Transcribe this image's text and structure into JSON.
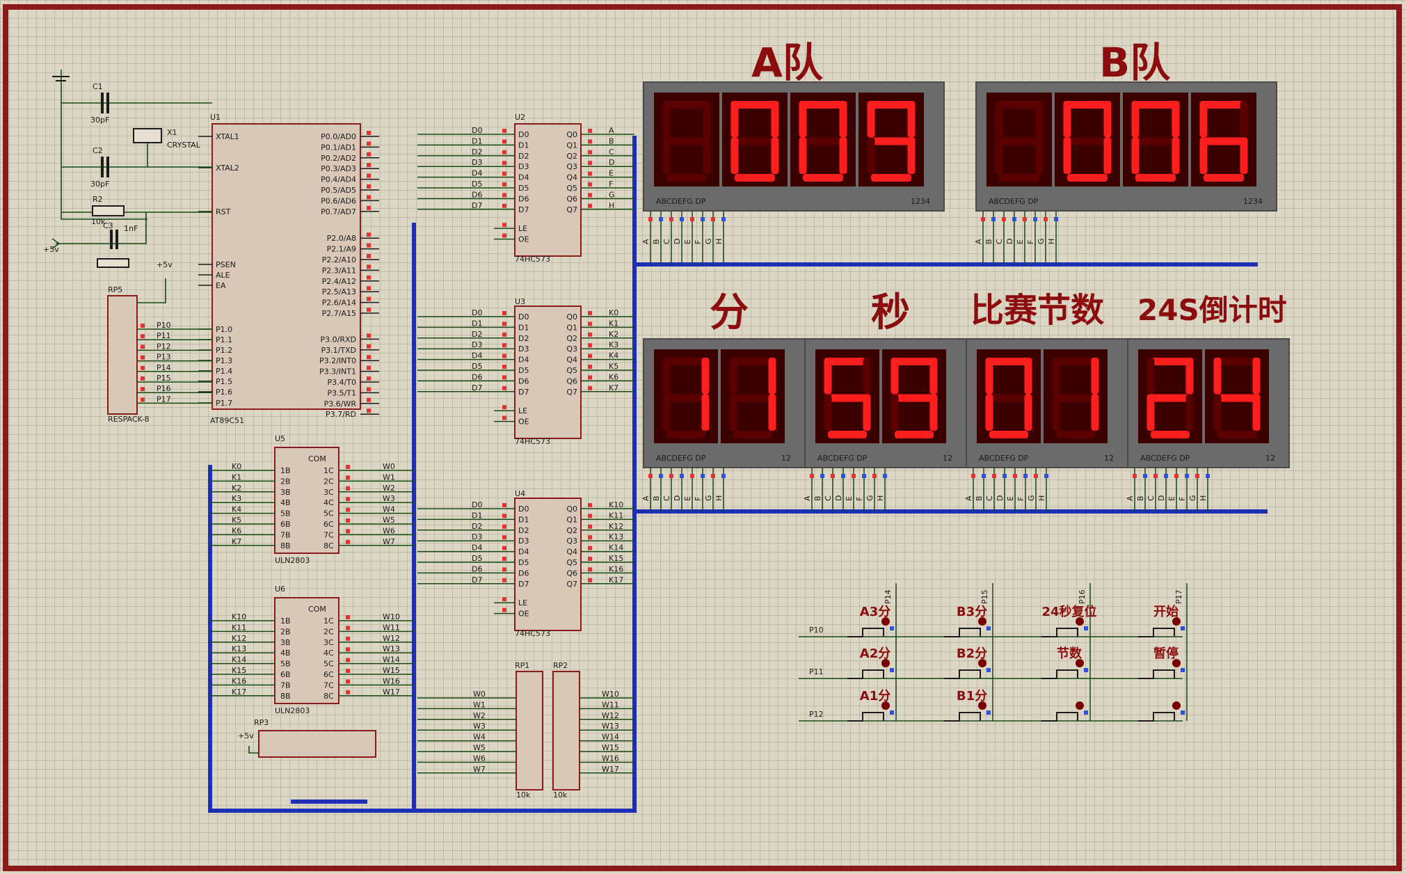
{
  "titles": {
    "team_a": "A队",
    "team_b": "B队",
    "minutes": "分",
    "seconds": "秒",
    "period": "比赛节数",
    "shot_clock": "24S倒计时"
  },
  "displays": {
    "team_a_digits": [
      "",
      "0",
      "0",
      "9"
    ],
    "team_b_digits": [
      "",
      "0",
      "0",
      "6"
    ],
    "minutes_digits": [
      "1",
      "1"
    ],
    "seconds_digits": [
      "5",
      "9"
    ],
    "period_digits": [
      "0",
      "1"
    ],
    "shot_clock_digits": [
      "2",
      "4"
    ],
    "segment_label": "ABCDEFG  DP",
    "four_digit_pins": "1234",
    "two_digit_pins": "12"
  },
  "components": {
    "u1_ref": "U1",
    "u1_part": "AT89C51",
    "u2_ref": "U2",
    "u3_ref": "U3",
    "u4_ref": "U4",
    "latch_part": "74HC573",
    "u5_ref": "U5",
    "u6_ref": "U6",
    "driver_part": "ULN2803",
    "rp1_ref": "RP1",
    "rp2_ref": "RP2",
    "rp_value": "10k",
    "rp3_ref": "RP3",
    "rp5_ref": "RP5",
    "rp5_part": "RESPACK-8",
    "c1_ref": "C1",
    "c1_value": "30pF",
    "c2_ref": "C2",
    "c2_value": "30pF",
    "c3_ref": "C3",
    "c3_value": "1nF",
    "r2_ref": "R2",
    "r2_value": "10k",
    "x1_ref": "X1",
    "x1_part": "CRYSTAL",
    "vcc": "+5v"
  },
  "mcu_pins_left": [
    "XTAL1",
    "XTAL2",
    "RST",
    "PSEN",
    "ALE",
    "EA",
    "P1.0",
    "P1.1",
    "P1.2",
    "P1.3",
    "P1.4",
    "P1.5",
    "P1.6",
    "P1.7"
  ],
  "mcu_pins_right": [
    "P0.0/AD0",
    "P0.1/AD1",
    "P0.2/AD2",
    "P0.3/AD3",
    "P0.4/AD4",
    "P0.5/AD5",
    "P0.6/AD6",
    "P0.7/AD7",
    "P2.0/A8",
    "P2.1/A9",
    "P2.2/A10",
    "P2.3/A11",
    "P2.4/A12",
    "P2.5/A13",
    "P2.6/A14",
    "P2.7/A15",
    "P3.0/RXD",
    "P3.1/TXD",
    "P3.2/INT0",
    "P3.3/INT1",
    "P3.4/T0",
    "P3.5/T1",
    "P3.6/WR",
    "P3.7/RD"
  ],
  "latch_pins_left": [
    "D0",
    "D1",
    "D2",
    "D3",
    "D4",
    "D5",
    "D6",
    "D7",
    "LE",
    "OE"
  ],
  "latch_pins_right": [
    "Q0",
    "Q1",
    "Q2",
    "Q3",
    "Q4",
    "Q5",
    "Q6",
    "Q7"
  ],
  "u2_outputs": [
    "A",
    "B",
    "C",
    "D",
    "E",
    "F",
    "G",
    "H"
  ],
  "u3_outputs": [
    "K0",
    "K1",
    "K2",
    "K3",
    "K4",
    "K5",
    "K6",
    "K7"
  ],
  "u4_outputs": [
    "K10",
    "K11",
    "K12",
    "K13",
    "K14",
    "K15",
    "K16",
    "K17"
  ],
  "u5_inputs": [
    "K0",
    "K1",
    "K2",
    "K3",
    "K4",
    "K5",
    "K6",
    "K7"
  ],
  "u5_outputs": [
    "W0",
    "W1",
    "W2",
    "W3",
    "W4",
    "W5",
    "W6",
    "W7"
  ],
  "u6_inputs": [
    "K10",
    "K11",
    "K12",
    "K13",
    "K14",
    "K15",
    "K16",
    "K17"
  ],
  "u6_outputs": [
    "W10",
    "W11",
    "W12",
    "W13",
    "W14",
    "W15",
    "W16",
    "W17"
  ],
  "rp5_nets": [
    "P10",
    "P11",
    "P12",
    "P13",
    "P14",
    "P15",
    "P16",
    "P17"
  ],
  "buttons": [
    {
      "label": "A3分"
    },
    {
      "label": "B3分"
    },
    {
      "label": "24秒复位"
    },
    {
      "label": "开始"
    },
    {
      "label": "A2分"
    },
    {
      "label": "B2分"
    },
    {
      "label": "节数"
    },
    {
      "label": "暂停"
    },
    {
      "label": "A1分"
    },
    {
      "label": "B1分"
    },
    {
      "label": ""
    },
    {
      "label": ""
    }
  ],
  "button_rows": [
    "P10",
    "P11",
    "P12"
  ],
  "button_cols": [
    "P14",
    "P15",
    "P16",
    "P17"
  ],
  "colors": {
    "segment_on": "#ff1e1e",
    "segment_off": "#5a0000",
    "display_bg": "#3b0000",
    "bus": "#1c2fb5",
    "title": "#8b0d0d"
  }
}
